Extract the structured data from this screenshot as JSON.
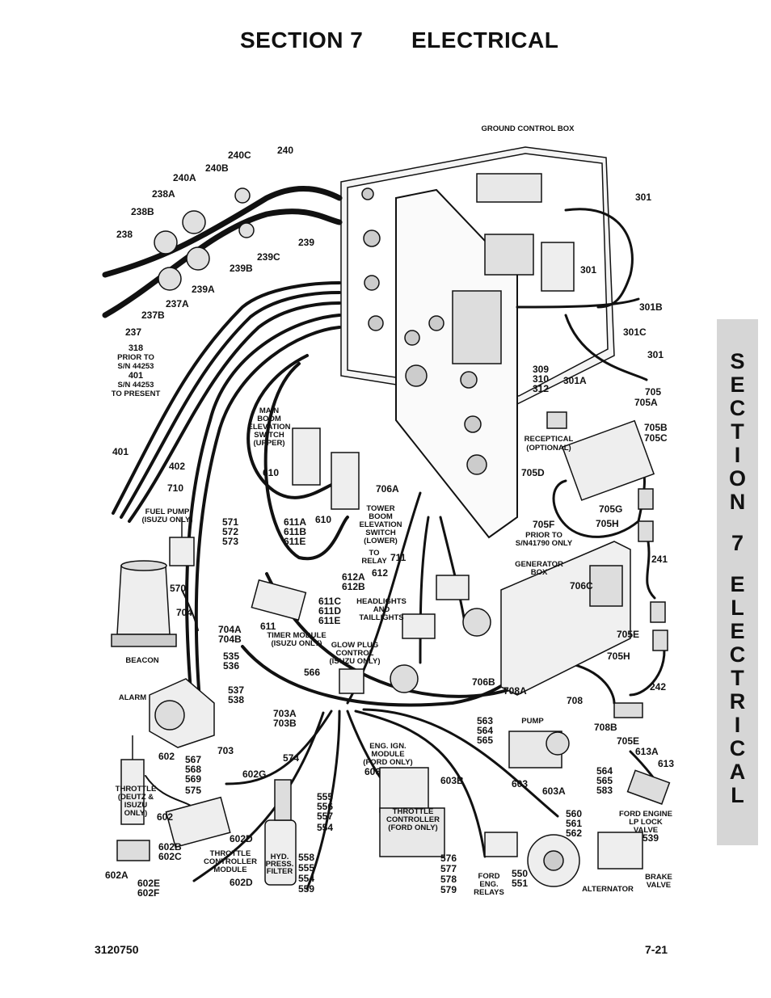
{
  "header": {
    "section": "SECTION 7",
    "title": "ELECTRICAL"
  },
  "side_tab": [
    "S",
    "E",
    "C",
    "T",
    "I",
    "O",
    "N",
    "",
    "7",
    "",
    "E",
    "L",
    "E",
    "C",
    "T",
    "R",
    "I",
    "C",
    "A",
    "L"
  ],
  "footer": {
    "doc_number": "3120750",
    "page": "7-21"
  },
  "callouts": {
    "c240C": "240C",
    "c240": "240",
    "c240B": "240B",
    "c240A": "240A",
    "c238A": "238A",
    "c238B": "238B",
    "c238": "238",
    "c239": "239",
    "c239C": "239C",
    "c239B": "239B",
    "c239A": "239A",
    "c237A": "237A",
    "c237B": "237B",
    "c237": "237",
    "c301a": "301",
    "c301b": "301",
    "c301B": "301B",
    "c301C": "301C",
    "c301c": "301",
    "c301A": "301A",
    "c309": "309",
    "c310": "310",
    "c312": "312",
    "c705": "705",
    "c705A": "705A",
    "c705B": "705B",
    "c705C": "705C",
    "c705D": "705D",
    "c705F": "705F",
    "c705G": "705G",
    "c705H": "705H",
    "c241": "241",
    "c705E": "705E",
    "c705H2": "705H",
    "c242": "242",
    "c706C": "706C",
    "c706A": "706A",
    "c706B": "706B",
    "c708A": "708A",
    "c708": "708",
    "c708B": "708B",
    "c705E2": "705E",
    "c401": "401",
    "c402": "402",
    "c710": "710",
    "c610": "610",
    "c610b": "610",
    "c611A": "611A",
    "c611B": "611B",
    "c611E": "611E",
    "c571": "571",
    "c572": "572",
    "c573": "573",
    "c612A": "612A",
    "c612B": "612B",
    "c612": "612",
    "c711": "711",
    "c570": "570",
    "c611C": "611C",
    "c611D": "611D",
    "c611E2": "611E",
    "c611": "611",
    "c704": "704",
    "c704A": "704A",
    "c704B": "704B",
    "c535": "535",
    "c536": "536",
    "c537": "537",
    "c538": "538",
    "c566": "566",
    "c703A": "703A",
    "c703B": "703B",
    "c703": "703",
    "c602": "602",
    "c567": "567",
    "c568": "568",
    "c569": "569",
    "c575": "575",
    "c602G": "602G",
    "c574": "574",
    "c602b": "602",
    "c602D": "602D",
    "c602B": "602B",
    "c602C": "602C",
    "c602A": "602A",
    "c602E": "602E",
    "c602F": "602F",
    "c602D2": "602D",
    "c555": "555",
    "c556": "556",
    "c557": "557",
    "c554": "554",
    "c558": "558",
    "c555b": "555",
    "c554b": "554",
    "c559": "559",
    "c606": "606",
    "c576": "576",
    "c577": "577",
    "c578": "578",
    "c579": "579",
    "c563": "563",
    "c564": "564",
    "c565": "565",
    "c603B": "603B",
    "c603": "603",
    "c603A": "603A",
    "c564b": "564",
    "c565b": "565",
    "c583": "583",
    "c613A": "613A",
    "c613": "613",
    "c560": "560",
    "c561": "561",
    "c562": "562",
    "c539": "539",
    "c550": "550",
    "c551": "551"
  },
  "captions": {
    "ground_control_box": "GROUND CONTROL BOX",
    "prior_318": [
      "318",
      "PRIOR TO",
      "S/N 44253",
      "401",
      "S/N 44253",
      "TO PRESENT"
    ],
    "main_boom": [
      "MAIN",
      "BOOM",
      "ELEVATION",
      "SWITCH",
      "(UPPER)"
    ],
    "recep": [
      "RECEPTICAL",
      "(OPTIONAL)"
    ],
    "prior_41790": [
      "PRIOR TO",
      "S/N41790 ONLY"
    ],
    "tower_boom": [
      "TOWER",
      "BOOM",
      "ELEVATION",
      "SWITCH",
      "(LOWER)"
    ],
    "to_relay": [
      "TO",
      "RELAY"
    ],
    "fuel_pump": [
      "FUEL PUMP",
      "(ISUZU ONLY)"
    ],
    "generator_box": [
      "GENERATOR",
      "BOX"
    ],
    "headlights": [
      "HEADLIGHTS",
      "AND",
      "TAILLIGHTS"
    ],
    "timer_module": [
      "TIMER MODULE",
      "(ISUZU ONLY)"
    ],
    "beacon": "BEACON",
    "glow_plug": [
      "GLOW PLUG",
      "CONTROL",
      "(ISUZU ONLY)"
    ],
    "alarm": "ALARM",
    "pump": "PUMP",
    "eng_ign": [
      "ENG. IGN.",
      "MODULE",
      "(FORD ONLY)"
    ],
    "throttle": [
      "THROTTLE",
      "(DEUTZ &",
      "ISUZU",
      "ONLY)"
    ],
    "throttle_ctrl_ford": [
      "THROTTLE",
      "CONTROLLER",
      "(FORD ONLY)"
    ],
    "ford_lp": [
      "FORD ENGINE",
      "LP LOCK",
      "VALVE"
    ],
    "throttle_ctrl_module": [
      "THROTTLE",
      "CONTROLLER",
      "MODULE"
    ],
    "hyd_filter": [
      "HYD.",
      "PRESS.",
      "FILTER"
    ],
    "ford_relays": [
      "FORD",
      "ENG.",
      "RELAYS"
    ],
    "alternator": "ALTERNATOR",
    "brake_valve": [
      "BRAKE",
      "VALVE"
    ]
  }
}
